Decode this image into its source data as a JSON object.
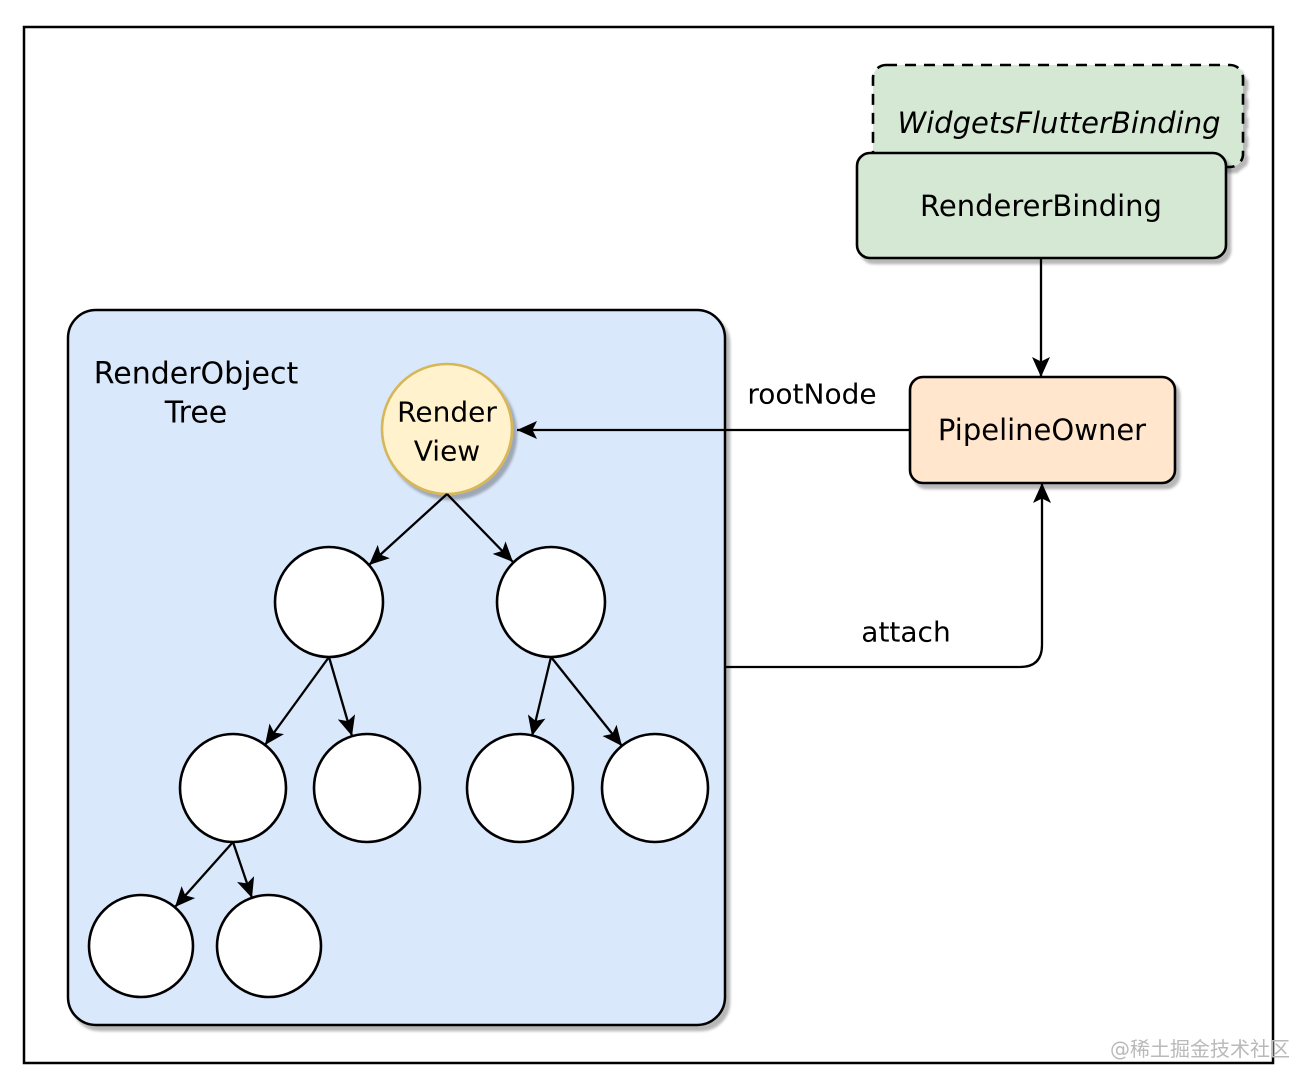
{
  "diagram": {
    "bindings": {
      "widgets_flutter_binding_label": "WidgetsFlutterBinding",
      "renderer_binding_label": "RendererBinding"
    },
    "pipeline_owner_label": "PipelineOwner",
    "edges": {
      "rootnode_label": "rootNode",
      "attach_label": "attach"
    },
    "render_object_tree": {
      "title_line1": "RenderObject",
      "title_line2": "Tree",
      "root_node_line1": "Render",
      "root_node_line2": "View",
      "node_counts_by_level": [
        1,
        2,
        4,
        2
      ]
    },
    "colors": {
      "binding_fill": "#d5e8d4",
      "pipeline_fill": "#ffe6cc",
      "tree_container_fill": "#dae8fc",
      "root_node_fill": "#fff2cc",
      "root_node_stroke": "#d6b656",
      "plain_node_fill": "#ffffff",
      "line": "#000000",
      "frame": "#000000"
    }
  },
  "watermark_label": "@稀土掘金技术社区"
}
